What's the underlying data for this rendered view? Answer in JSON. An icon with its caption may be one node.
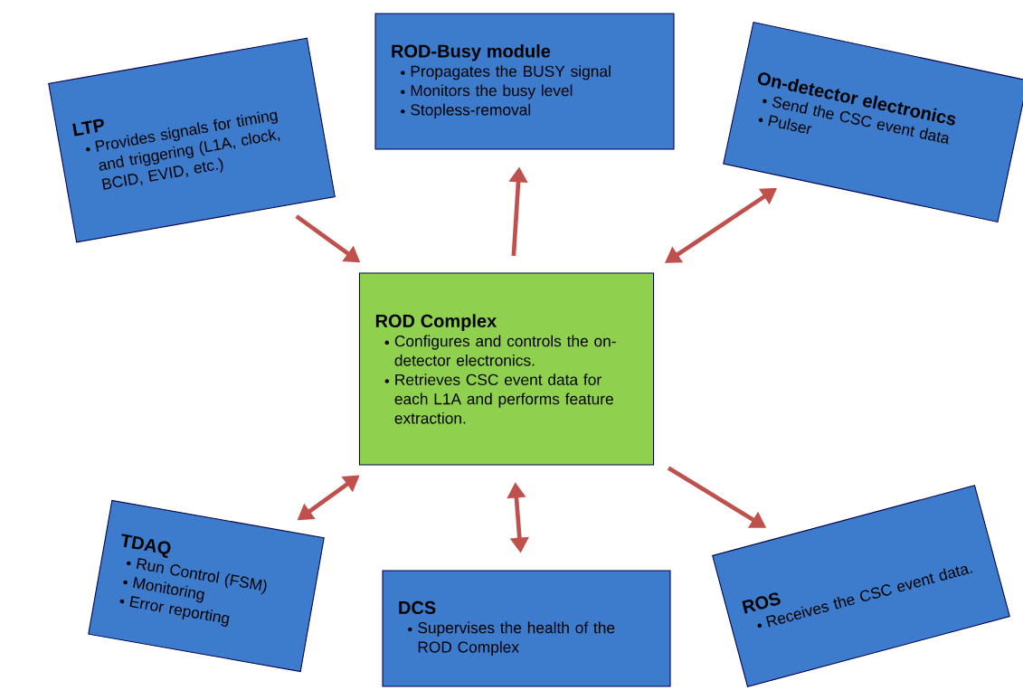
{
  "diagram": {
    "nodes": [
      {
        "text": [
          "LTP",
          "Provides signals for timing and triggering (L1A, clock, BCID, EVID, etc.)"
        ]
      },
      {
        "text": [
          "ROD-Busy module",
          "Propagates the BUSY signal",
          "Monitors the busy level",
          "Stopless-removal"
        ]
      },
      {
        "text": [
          "On-detector electronics",
          "Send the CSC event data",
          "Pulser"
        ]
      },
      {
        "text": [
          "ROD Complex",
          "Configures and controls the on-detector electronics.",
          "Retrieves CSC event data for each L1A and performs feature extraction."
        ]
      },
      {
        "text": [
          "TDAQ",
          "Run Control (FSM)",
          "Monitoring",
          "Error reporting"
        ]
      },
      {
        "text": [
          "DCS",
          "Supervises the health of the ROD Complex"
        ]
      },
      {
        "text": [
          "ROS",
          "Receives the CSC event data."
        ]
      }
    ],
    "edges": [
      {
        "from": 0,
        "to": 3,
        "arrow": "to"
      },
      {
        "from": 3,
        "to": 1,
        "arrow": "to"
      },
      {
        "from": 3,
        "to": 2,
        "arrow": "both"
      },
      {
        "from": 3,
        "to": 4,
        "arrow": "both"
      },
      {
        "from": 3,
        "to": 5,
        "arrow": "both"
      },
      {
        "from": 3,
        "to": 6,
        "arrow": "to"
      }
    ]
  }
}
